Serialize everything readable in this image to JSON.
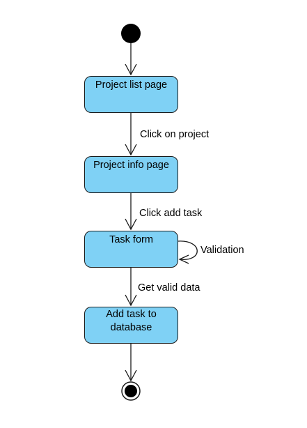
{
  "states": [
    "Project list page",
    "Project info page",
    "Task form",
    "Add task to database"
  ],
  "transitions": [
    "Click on project",
    "Click add task",
    "Validation",
    "Get valid data"
  ],
  "colors": {
    "state_fill": "#7fd1f5",
    "stroke": "#1a1a1a"
  }
}
